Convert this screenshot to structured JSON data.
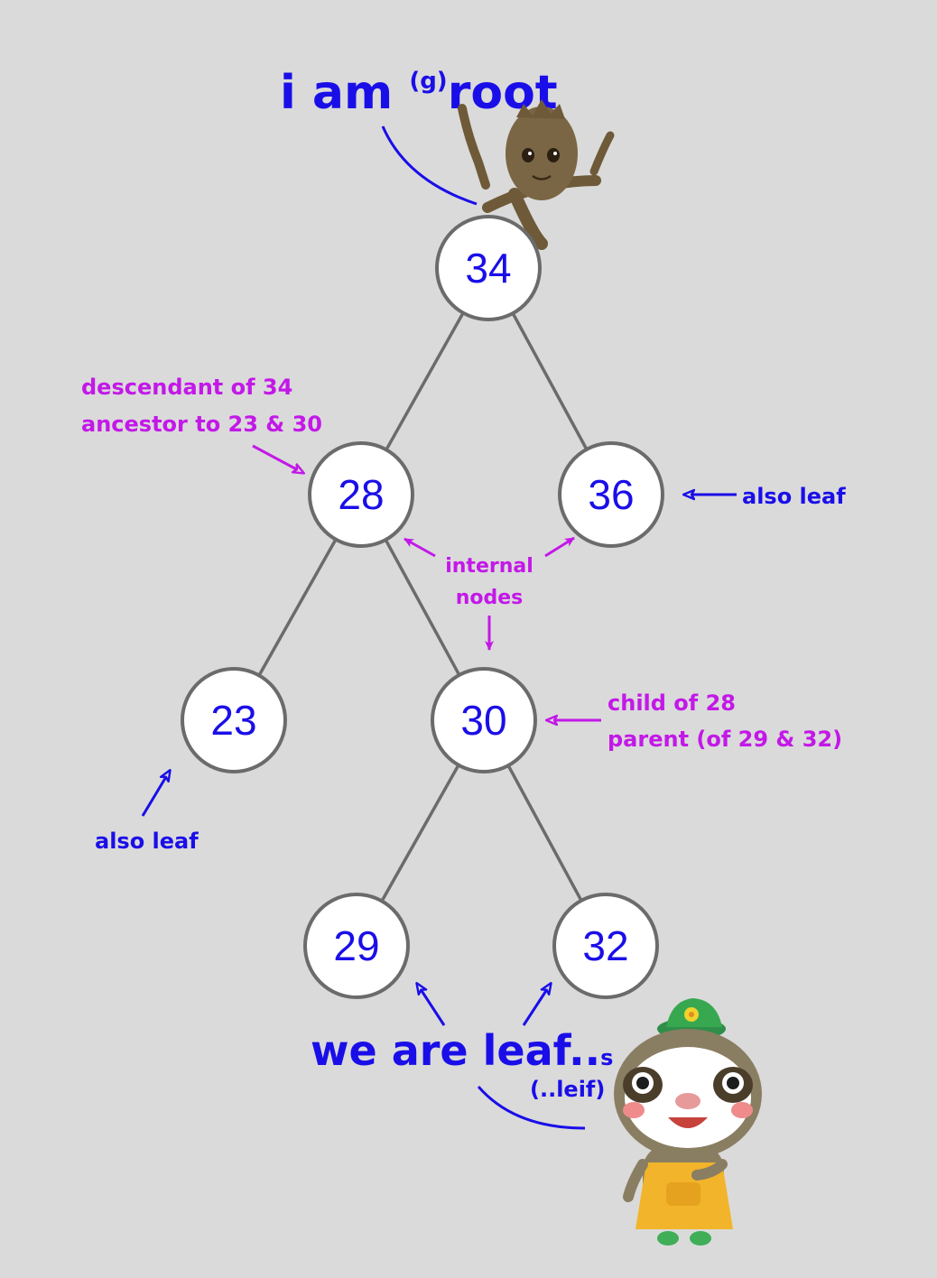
{
  "title": {
    "prefix": "i am ",
    "superscript": "(g)",
    "suffix": "root"
  },
  "nodes": [
    {
      "id": "34",
      "label": "34"
    },
    {
      "id": "28",
      "label": "28"
    },
    {
      "id": "36",
      "label": "36"
    },
    {
      "id": "23",
      "label": "23"
    },
    {
      "id": "30",
      "label": "30"
    },
    {
      "id": "29",
      "label": "29"
    },
    {
      "id": "32",
      "label": "32"
    }
  ],
  "edges": [
    {
      "from": "34",
      "to": "28"
    },
    {
      "from": "34",
      "to": "36"
    },
    {
      "from": "28",
      "to": "23"
    },
    {
      "from": "28",
      "to": "30"
    },
    {
      "from": "30",
      "to": "29"
    },
    {
      "from": "30",
      "to": "32"
    }
  ],
  "annotations": {
    "node28_line1": "descendant of 34",
    "node28_line2": "ancestor to 23 & 30",
    "node36_leaf": "also leaf",
    "internal_line1": "internal",
    "internal_line2": "nodes",
    "node30_line1": "child of 28",
    "node30_line2": "parent (of 29 & 32)",
    "node23_leaf": "also leaf",
    "leaves_main": "we are leaf..",
    "leaves_s": "s",
    "leaves_leif": "(..leif)"
  },
  "colors": {
    "background": "#dadada",
    "blue": "#1a0ee8",
    "magenta": "#c318e8",
    "node_border": "#6b6b6b",
    "node_fill": "#ffffff",
    "edge": "#6b6b6b"
  },
  "illustrations": [
    "groot-character",
    "sloth-villager-character"
  ]
}
